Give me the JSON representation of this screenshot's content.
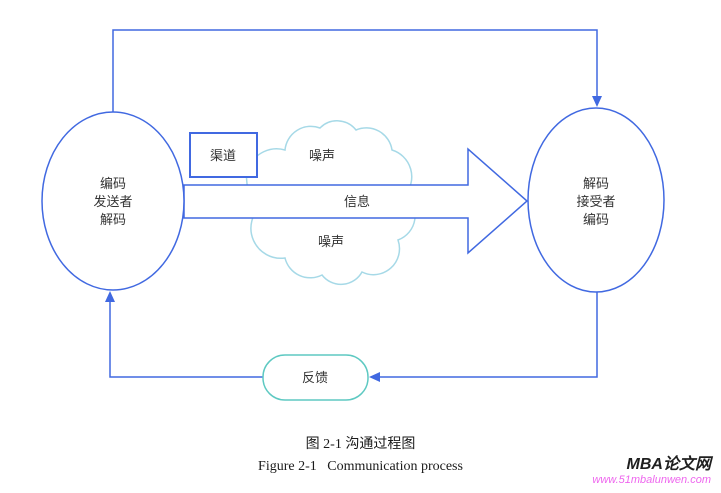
{
  "diagram": {
    "sender_node": {
      "lines": [
        "编码",
        "发送者",
        "解码"
      ]
    },
    "receiver_node": {
      "lines": [
        "解码",
        "接受者",
        "编码"
      ]
    },
    "channel_label": "渠道",
    "noise_top_label": "噪声",
    "noise_bottom_label": "噪声",
    "message_label": "信息",
    "feedback_label": "反馈"
  },
  "caption": {
    "chinese": "图 2-1 沟通过程图",
    "english": "Figure 2-1   Communication process"
  },
  "watermark": {
    "brand": "MBA论文网",
    "url": "www.51mbalunwen.com"
  },
  "colors": {
    "line_blue": "#4169e1",
    "cloud_blue": "#a6d9e7",
    "feedback_teal": "#5ec9c2",
    "watermark_pink": "#ee66ee",
    "text_dark": "#333333"
  }
}
